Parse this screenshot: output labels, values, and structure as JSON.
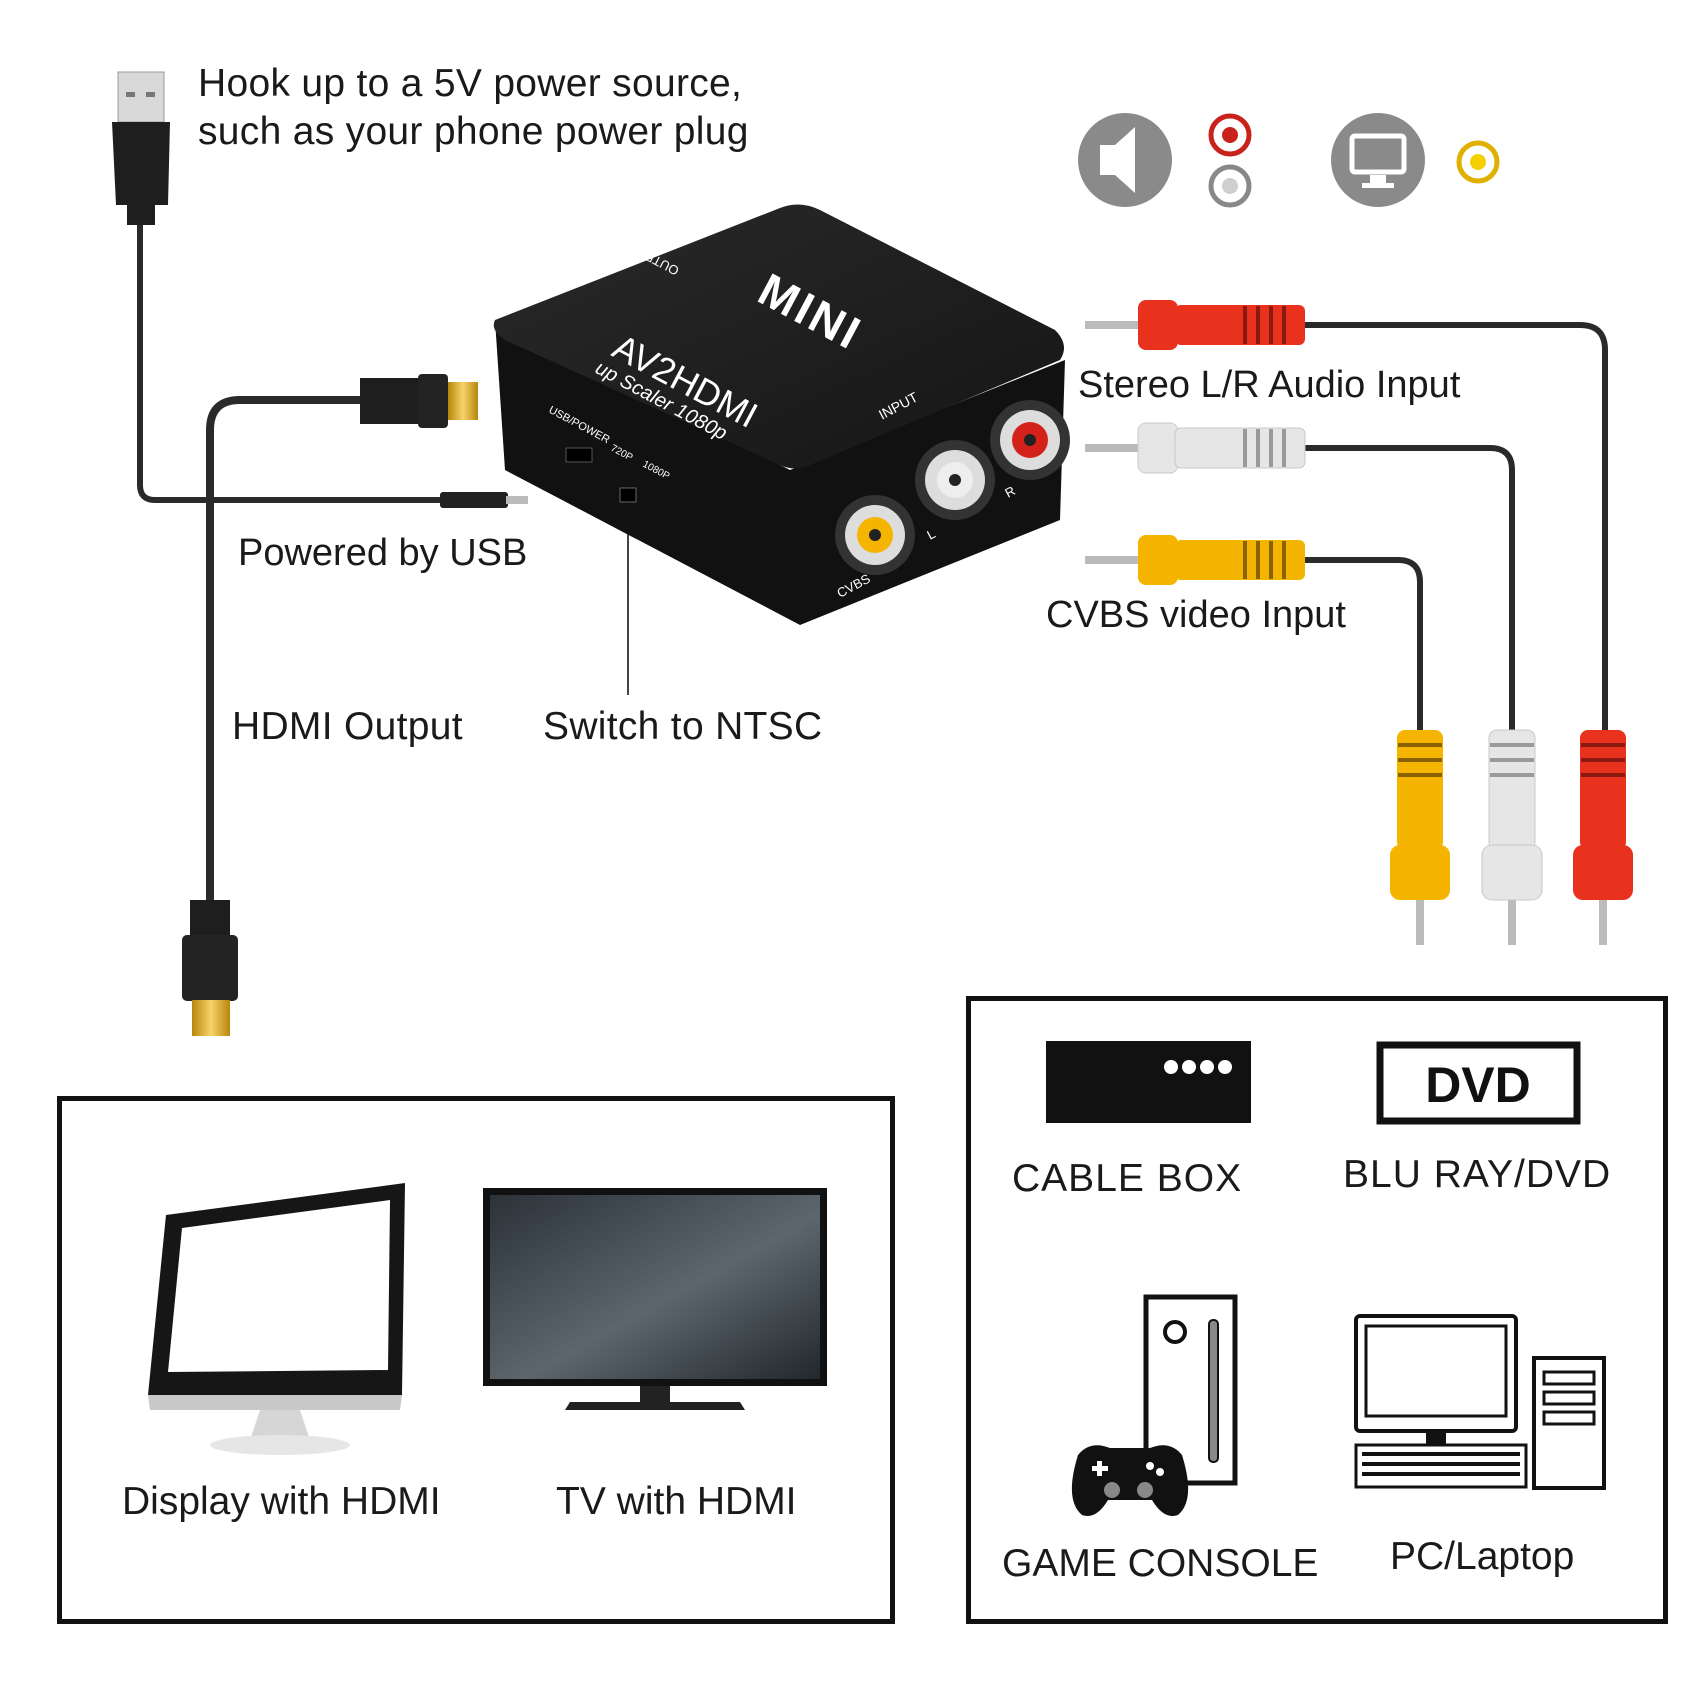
{
  "callouts": {
    "power_line1": "Hook up to a 5V power source,",
    "power_line2": "such as your phone power plug",
    "stereo_input": "Stereo L/R Audio Input",
    "powered_usb": "Powered by USB",
    "cvbs_input": "CVBS video Input",
    "hdmi_output": "HDMI Output",
    "switch_ntsc": "Switch to NTSC"
  },
  "device": {
    "brand": "MINI",
    "model": "AV2HDMI",
    "subtitle": "up Scaler 1080p",
    "output_label": "OUTPUT",
    "input_label": "INPUT",
    "usb_power_label": "USB/POWER",
    "p720": "720P",
    "p1080": "1080P",
    "port_cvbs": "CVBS",
    "port_l": "L",
    "port_r": "R"
  },
  "outputs_box": {
    "items": [
      {
        "label": "Display with HDMI",
        "icon": "monitor-icon"
      },
      {
        "label": "TV with HDMI",
        "icon": "tv-icon"
      }
    ]
  },
  "sources_box": {
    "items": [
      {
        "label": "CABLE BOX",
        "icon": "cable-box-icon"
      },
      {
        "label": "BLU RAY/DVD",
        "icon": "dvd-player-icon",
        "badge": "DVD"
      },
      {
        "label": "GAME CONSOLE",
        "icon": "game-console-icon"
      },
      {
        "label": "PC/Laptop",
        "icon": "pc-icon"
      }
    ]
  },
  "colors": {
    "rca_red": "#e8321e",
    "rca_white": "#e6e6e6",
    "rca_yellow": "#f5b400",
    "device_body": "#1e1e1e",
    "icon_gray": "#8a8a8a"
  },
  "legend_icons": [
    "speaker-icon",
    "monitor-icon"
  ]
}
